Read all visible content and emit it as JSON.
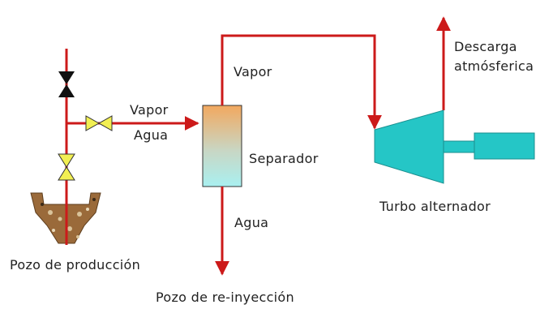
{
  "labels": {
    "vapor_left": "Vapor",
    "agua_left": "Agua",
    "vapor_top": "Vapor",
    "separador": "Separador",
    "agua_bottom": "Agua",
    "pozo_produccion": "Pozo de producción",
    "pozo_reinyeccion": "Pozo de re-inyección",
    "descarga": "Descarga",
    "atmosferica": "atmósferica",
    "turbo": "Turbo alternador"
  },
  "colors": {
    "pipe": "#cc1a1a",
    "valve_yellow": "#f2ef52",
    "valve_black": "#111111",
    "separator_top": "#f2a85f",
    "separator_bottom": "#a9f0f0",
    "turbine": "#25c6c6",
    "ground": "#9a6a3a"
  }
}
